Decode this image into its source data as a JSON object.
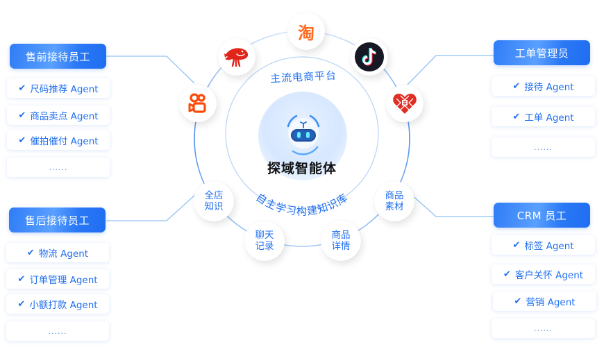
{
  "center": {
    "title": "探域智能体",
    "icon": "robot-icon",
    "arc_label_top": "主流电商平台",
    "arc_label_bottom": "自主学习构建知识库"
  },
  "platforms": [
    {
      "name": "快手",
      "icon": "kuaishou-logo-icon",
      "color": "#ff4906"
    },
    {
      "name": "京东",
      "icon": "jd-dog-logo-icon",
      "color": "#e1251b"
    },
    {
      "name": "淘宝",
      "icon": "taobao-logo-icon",
      "glyph": "淘",
      "color": "#ff6a1f"
    },
    {
      "name": "抖音",
      "icon": "douyin-logo-icon",
      "color": "#161823"
    },
    {
      "name": "拼多多",
      "icon": "pinduoduo-logo-icon",
      "color": "#e02e24"
    }
  ],
  "knowledge_sources": [
    {
      "line1": "全店",
      "line2": "知识"
    },
    {
      "line1": "聊天",
      "line2": "记录"
    },
    {
      "line1": "商品",
      "line2": "详情"
    },
    {
      "line1": "商品",
      "line2": "素材"
    }
  ],
  "groups": {
    "presales": {
      "title": "售前接待员工",
      "agents": [
        "尺码推荐 Agent",
        "商品卖点 Agent",
        "催拍催付 Agent"
      ],
      "more": "......"
    },
    "aftersales": {
      "title": "售后接待员工",
      "agents": [
        "物流 Agent",
        "订单管理 Agent",
        "小额打款 Agent"
      ],
      "more": "......"
    },
    "ticket": {
      "title": "工单管理员",
      "agents": [
        "接待 Agent",
        "工单 Agent"
      ],
      "more": "......"
    },
    "crm": {
      "title": "CRM 员工",
      "agents": [
        "标签 Agent",
        "客户关怀 Agent",
        "营销 Agent"
      ],
      "more": "......"
    }
  },
  "check_glyph": "✔",
  "colors": {
    "primary": "#1f6ff0",
    "header_gradient_start": "#2f7cf6",
    "header_gradient_end": "#1f6ef2",
    "line": "#8ec2f5"
  }
}
